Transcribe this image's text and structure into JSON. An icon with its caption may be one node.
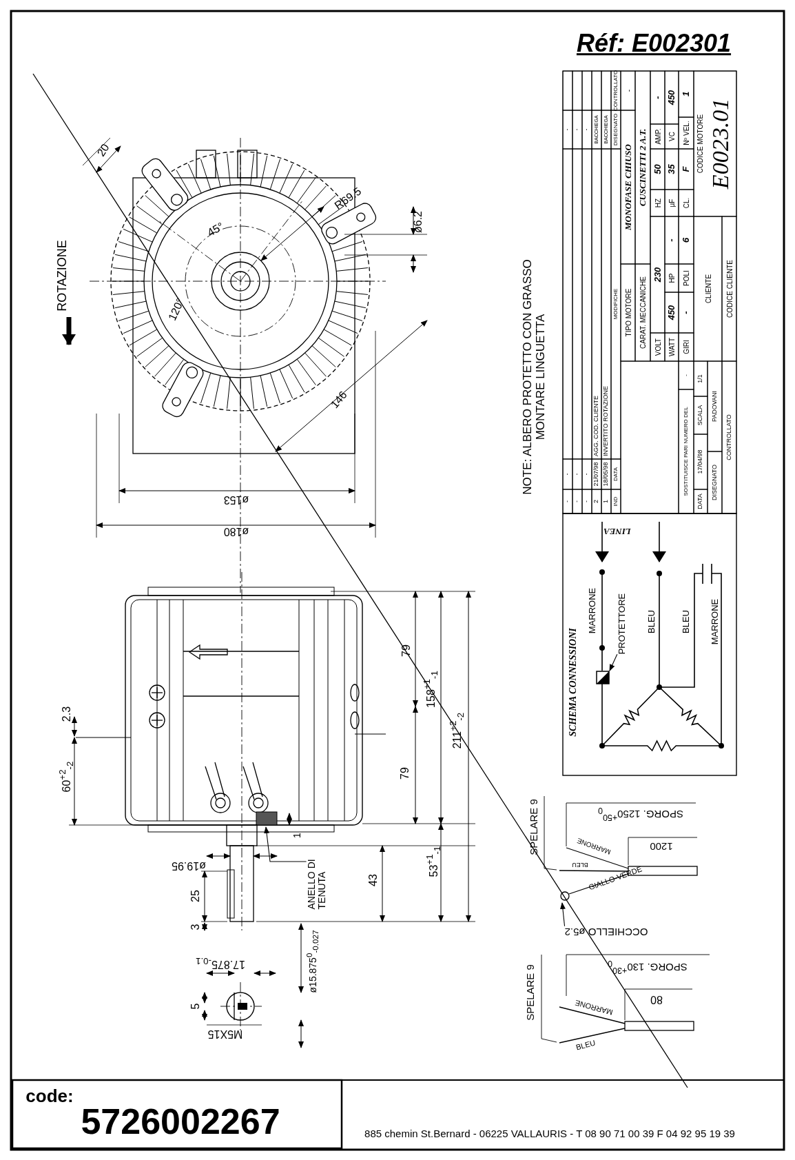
{
  "diagram": {
    "nodes": [
      {
        "text": [
          "PROTETTORE"
        ]
      },
      {
        "text": [],
        "shape": "box"
      },
      {
        "text": [
          "ANELLO DI TENUTA"
        ]
      },
      {
        "text": [
          "OCCHIELLO ø5.2"
        ]
      }
    ],
    "edges": [
      {
        "from": 0,
        "to": 1,
        "arrow": "to"
      },
      {
        "from": 2,
        "to": null,
        "arrow": "to"
      },
      {
        "from": 3,
        "to": null,
        "arrow": "to"
      }
    ],
    "labels": [
      "Réf: E002301",
      "20",
      "45°",
      "R69.5",
      "ø6.2",
      "120°",
      "146",
      "ø153",
      "ø180",
      "ROTAZIONE",
      "NOTE: ALBERO PROTETTO CON GRASSO MONTARE LINGUETTA",
      "2.3",
      "60$^{+2}$$_{-2}$",
      "79",
      "158$^{+1}$$_{-1}$",
      "211$^{+2}$$_{-2}$",
      "79",
      "1",
      "43",
      "53$^{+1}$$_{-1}$",
      "ø19.95",
      "25",
      "3",
      "ø15.875$^{0}$$_{-0.027}$",
      "17.875$_{-0.1}$",
      "5",
      "M5X15",
      "LINEA",
      "SCHEMA CONNESSIONI",
      "MARRONE",
      "BLEU",
      "BLEU",
      "MARRONE",
      "SPELARE 9",
      "SPORG. 1250$^{+50}$$_{0}$",
      "1200",
      "MARRONE",
      "BLEU",
      "GIALLO-VERDE",
      "SPELARE 9",
      "SPORG. 130$^{+30}$$_{0}$",
      "80",
      "MARRONE",
      "BLEU",
      "-",
      "-",
      "-",
      "-",
      "-",
      "-",
      "-",
      "-",
      "-",
      "2",
      "21/07/98",
      "AGG. COD. CLIENTE",
      "BACCHIEGA",
      "1",
      "18/05/98",
      "INVERTITO ROTAZIONE",
      "BACCHIEGA",
      "IND",
      "DATA",
      "MODIFICHE",
      "DISEGNATO",
      "CONTROLLATO",
      "SOSTITUISCE PARI NUMERO DEL",
      "-",
      "DATA",
      "17/04/98",
      "SCALA",
      "1/1",
      "DISEGNATO",
      "PADOVANI",
      "CONTROLLATO",
      "TIPO MOTORE",
      "MONOFASE CHIUSO",
      "-",
      "CARAT. MECCANICHE",
      "CUSCINETTI 2 A.T.",
      "VOLT",
      "230",
      "HZ",
      "50",
      "AMP.",
      "-",
      "WATT",
      "450",
      "HP",
      "-",
      "µF",
      "35",
      "VC",
      "450",
      "GIRI",
      "-",
      "POLI",
      "6",
      "CL.",
      "F",
      "Nº VEL.",
      "1",
      "CLIENTE",
      "CODICE MOTORE",
      "E0023.01",
      "CODICE CLIENTE",
      "code:",
      "5726002267",
      "885 chemin St.Bernard - 06225 VALLAURIS - T 08 90 71 00 39 F 04 92 95 19 39"
    ]
  }
}
